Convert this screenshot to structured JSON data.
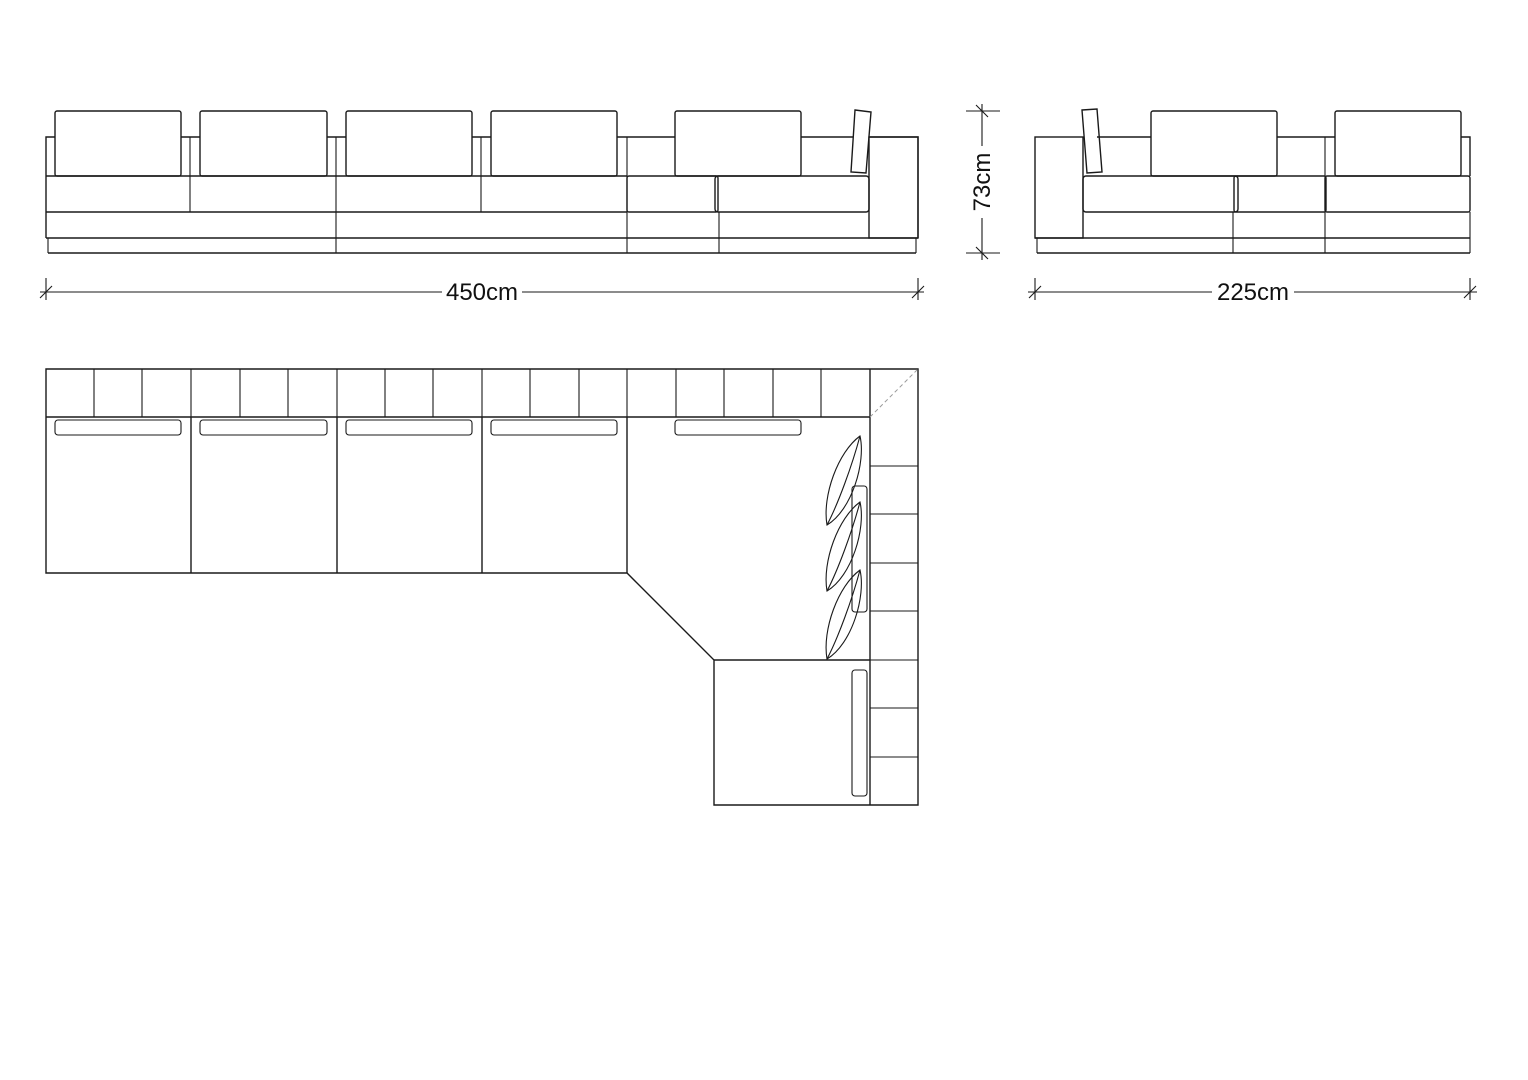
{
  "drawing": {
    "line_color": "#1a1a1a",
    "background": "#ffffff"
  },
  "dimensions": {
    "front_width": "450cm",
    "height": "73cm",
    "side_width": "225cm"
  }
}
